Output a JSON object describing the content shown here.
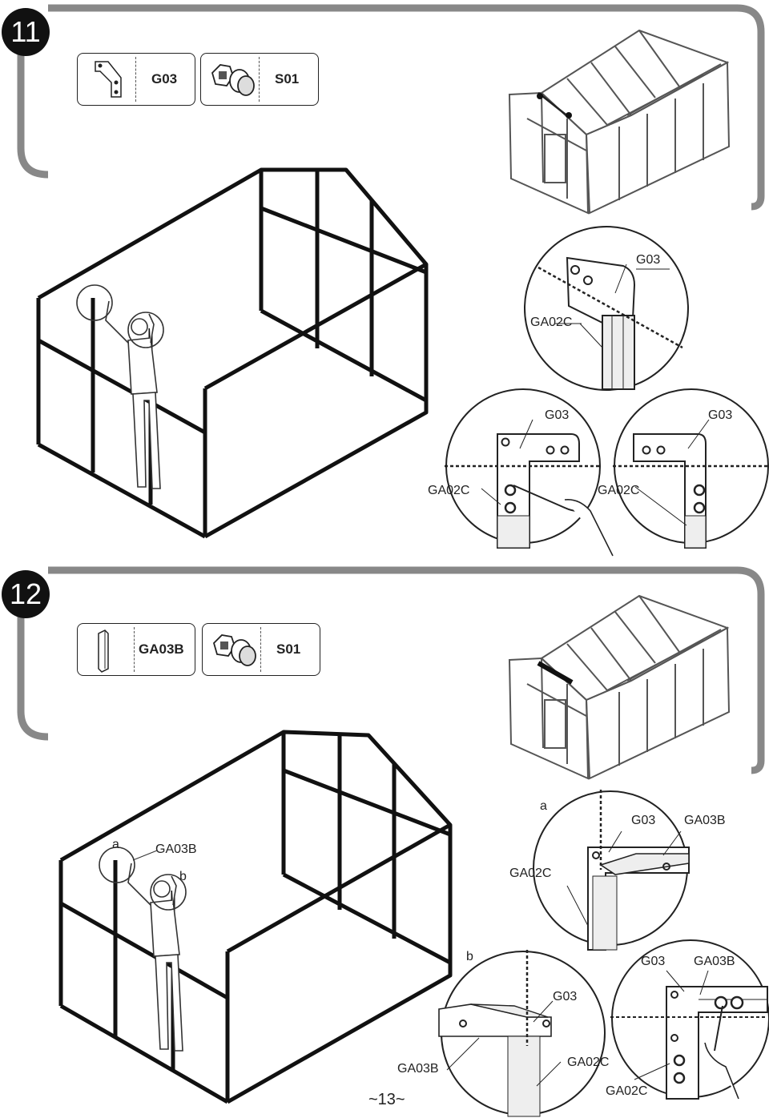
{
  "step11": {
    "number": "11",
    "parts": [
      {
        "code": "G03",
        "icon": "corner-bracket-icon"
      },
      {
        "code": "S01",
        "icon": "bolt-nut-icon"
      }
    ],
    "callouts": {
      "top_g03": "G03",
      "top_ga02c": "GA02C",
      "left_g03": "G03",
      "left_ga02c": "GA02C",
      "right_g03": "G03",
      "right_ga02c": "GA02C"
    }
  },
  "step12": {
    "number": "12",
    "parts": [
      {
        "code": "GA03B",
        "icon": "bar-icon"
      },
      {
        "code": "S01",
        "icon": "bolt-nut-icon"
      }
    ],
    "scene": {
      "a": "a",
      "ga03b": "GA03B",
      "b": "b"
    },
    "callouts": {
      "a_label": "a",
      "a_g03": "G03",
      "a_ga03b": "GA03B",
      "a_ga02c": "GA02C",
      "b_label": "b",
      "b_g03": "G03",
      "b_ga03b": "GA03B",
      "b_ga02c": "GA02C",
      "c_g03": "G03",
      "c_ga03b": "GA03B",
      "c_ga02c": "GA02C"
    }
  },
  "page_number": "~13~"
}
